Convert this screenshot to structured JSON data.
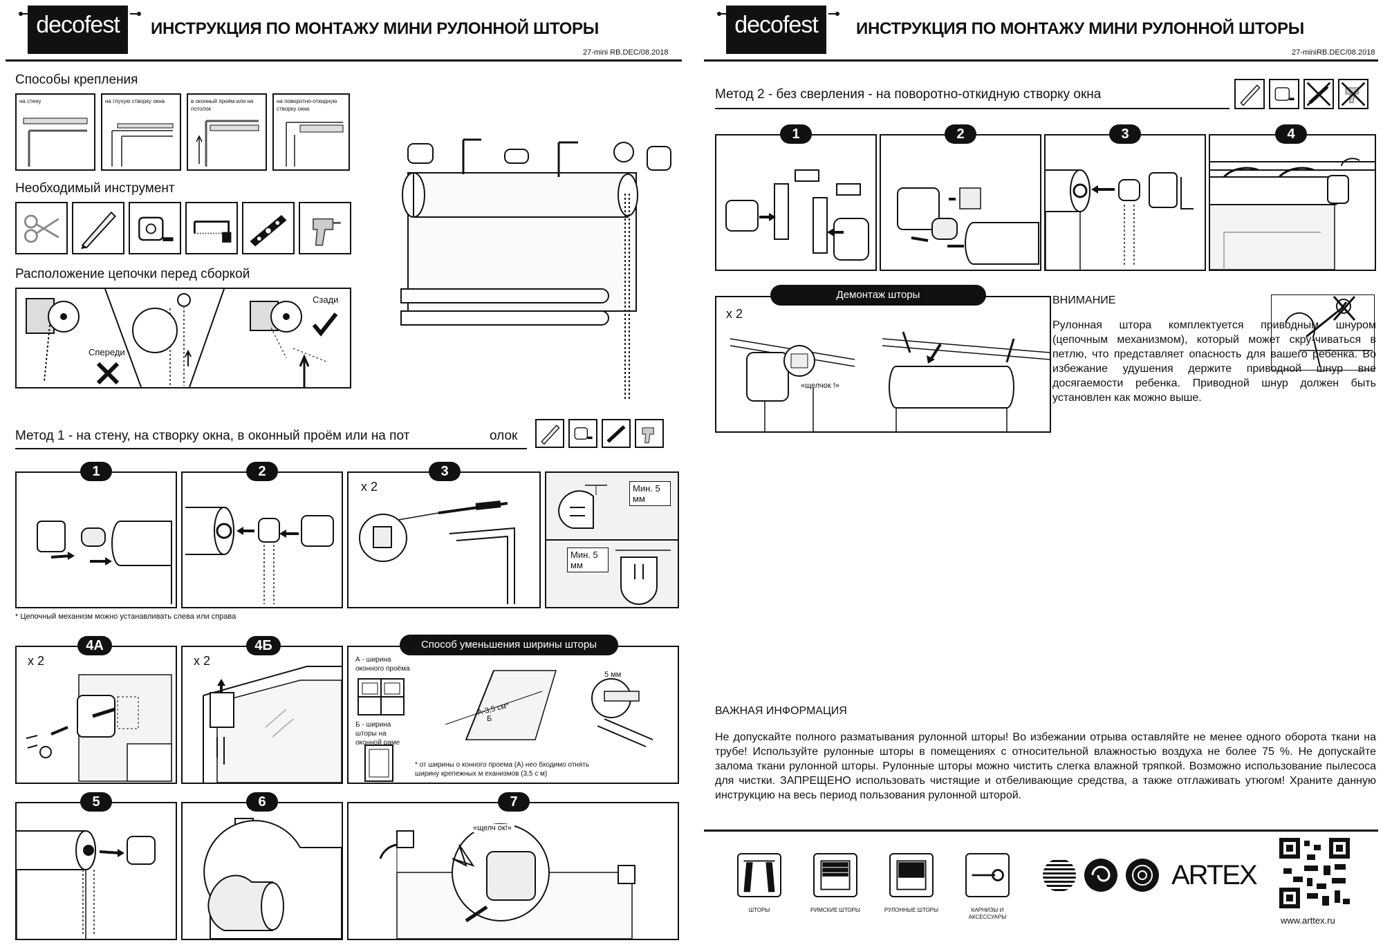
{
  "brand": "decofest",
  "doc_title": "ИНСТРУКЦИЯ ПО МОНТАЖУ МИНИ РУЛОННОЙ ШТОРЫ",
  "left": {
    "code": "27-mini RB.DEC/08.2018",
    "mounting": {
      "title": "Способы крепления",
      "items": [
        "на стену",
        "на глухую створку окна",
        "в оконный проём или на потолок",
        "на поворотно-откидную створку окна"
      ]
    },
    "tools_title": "Необходимый инструмент",
    "tools": [
      "scissors-icon",
      "pencil-icon",
      "tape-measure-icon",
      "hacksaw-icon",
      "level-icon",
      "drill-icon"
    ],
    "chain": {
      "title": "Расположение цепочки перед сборкой",
      "front": "Спереди",
      "back": "Сзади"
    },
    "method1": {
      "title": "Метод 1 - на стену, на створку окна, в оконный проём или на пот",
      "title_tail": "олок",
      "steps": [
        "1",
        "2",
        "3"
      ],
      "x2": "x 2",
      "min_top": "Мин. 5 мм",
      "min_bottom": "Мин. 5 мм",
      "footnote": "* Цепочный механизм можно устанавливать слева или справа"
    },
    "steps4": {
      "a": "4А",
      "b": "4Б",
      "x2": "x 2"
    },
    "reduce": {
      "title": "Способ уменьшения ширины шторы",
      "a_label": "А - ширина оконного проёма",
      "b_label": "Б - ширина шторы на оконной раме",
      "dim": "А-3,5 см*",
      "dim_b": "Б",
      "five_mm": "5 мм",
      "note": "* от ширины о    конного проема (А) нео    бходимо отнять ширину крепежных м    еханизмов (3,5 с    м)"
    },
    "steps_bottom": [
      "5",
      "6",
      "7"
    ],
    "click": "«щелч ок!»"
  },
  "right": {
    "code": "27-miniRB.DEC/08.2018",
    "method2": {
      "title": "Метод 2 - без сверления - на поворотно-откидную створку окна",
      "steps": [
        "1",
        "2",
        "3",
        "4"
      ]
    },
    "removal": {
      "title": "Демонтаж шторы",
      "x2": "x 2",
      "click": "«щелчок !»"
    },
    "warning": {
      "title": "ВНИМАНИЕ",
      "text": "Рулонная штора комплектуется приводным шнуром (цепочным механизмом), который может скру-чиваться в петлю, что представляет опасность для вашего ребенка. Во избежание удушения держите приводной шнур вне досягаемости ребенка. Приводной шнур должен быть установлен как можно выше."
    },
    "important": {
      "title": "ВАЖНАЯ ИНФОРМАЦИЯ",
      "text": "Не допускайте полного разматывания рулонной шторы! Во избежании отрыва оставляйте не менее одного оборота ткани на трубе! Используйте рулонные шторы в помещениях с относительной влажностью воздуха не более 75 %. Не допускайте залома ткани рулонной шторы. Рулонные шторы можно чистить слегка влажной тряпкой. Возможно использование пылесоса для чистки. ЗАПРЕЩЕНО использовать чистящие и отбеливающие средства, а также отглаживать утюгом! Храните данную инструкцию на весь период пользования рулонной шторой."
    },
    "footer": {
      "categories": [
        "ШТОРЫ",
        "РИМСКИЕ ШТОРЫ",
        "РУЛОННЫЕ ШТОРЫ",
        "КАРНИЗЫ И АКСЕССУАРЫ"
      ],
      "brand": "ARTEX",
      "url": "www.arttex.ru"
    }
  }
}
